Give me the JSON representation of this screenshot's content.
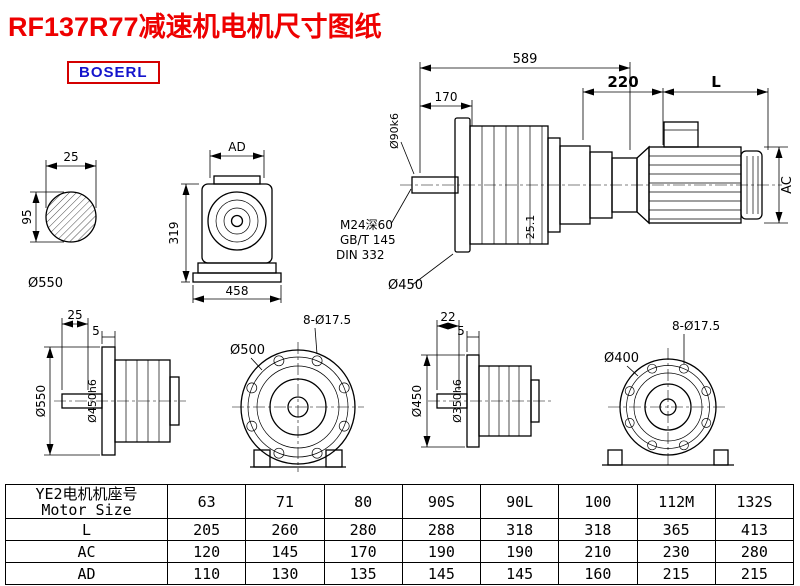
{
  "page": {
    "title": "RF137R77减速机电机尺寸图纸",
    "logo": "BOSERL"
  },
  "views": {
    "shaft_section": {
      "dim_width": "25",
      "dim_height": "95",
      "below_label": "Ø550"
    },
    "gearbox_front": {
      "dim_ad": "AD",
      "dim_height": "319",
      "dim_width": "458"
    },
    "assembly": {
      "dim_total": "589",
      "dim_shaft_len": "170",
      "shaft_dia": "Ø90k6",
      "tap_thread": "M24深60",
      "tap_std1": "GB/T 145",
      "tap_std2": "DIN 332",
      "key_height": "25.1",
      "flange_dia": "Ø450",
      "dim_motor_fixed": "220",
      "dim_motor_len": "L",
      "motor_dia": "AC"
    },
    "flange_side_large": {
      "dim_shaft": "25",
      "dim_step": "5",
      "flange_dia": "Ø550",
      "spigot_dia": "Ø450h6"
    },
    "flange_front_large": {
      "bolt_note": "8-Ø17.5",
      "circle_dia": "Ø500"
    },
    "flange_side_small": {
      "dim_shaft": "22",
      "dim_step": "5",
      "flange_dia": "Ø450",
      "spigot_dia": "Ø350h6"
    },
    "flange_front_small": {
      "bolt_note": "8-Ø17.5",
      "circle_dia": "Ø400"
    }
  },
  "table": {
    "header": {
      "line1": "YE2电机机座号",
      "line2": "Motor Size"
    },
    "columns": [
      "63",
      "71",
      "80",
      "90S",
      "90L",
      "100",
      "112M",
      "132S"
    ],
    "rows": [
      {
        "label": "L",
        "values": [
          "205",
          "260",
          "280",
          "288",
          "318",
          "318",
          "365",
          "413"
        ]
      },
      {
        "label": "AC",
        "values": [
          "120",
          "145",
          "170",
          "190",
          "190",
          "210",
          "230",
          "280"
        ]
      },
      {
        "label": "AD",
        "values": [
          "110",
          "130",
          "135",
          "145",
          "145",
          "160",
          "215",
          "215"
        ]
      }
    ]
  }
}
